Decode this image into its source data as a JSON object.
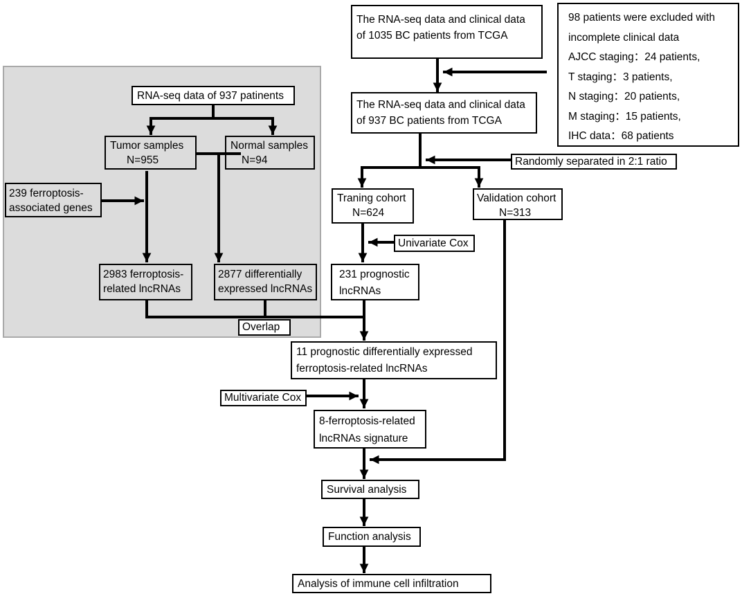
{
  "diagram": {
    "colors": {
      "shade": "#dcdcdc",
      "shade_border": "#a9a9a9",
      "line": "#000000",
      "box_fill": "#ffffff"
    },
    "nodes": {
      "tcga_1035": [
        "The RNA-seq data and clinical data",
        "of 1035 BC patients from TCGA"
      ],
      "excluded": [
        "98 patients were excluded with",
        "incomplete clinical data",
        "AJCC staging：24 patients,",
        "T staging：3 patients,",
        "N staging：20 patients,",
        "M staging：15 patients,",
        "IHC data：68 patients"
      ],
      "tcga_937": [
        "The RNA-seq data and clinical data",
        "of 937 BC patients from TCGA"
      ],
      "randomly": "Randomly separated in 2:1 ratio",
      "rnaseq_937": "RNA-seq data of 937 patinents",
      "tumor": [
        "Tumor samples",
        "N=955"
      ],
      "normal": [
        "Normal samples",
        "N=94"
      ],
      "genes_239": [
        "239 ferroptosis-",
        "associated genes"
      ],
      "ferro_2983": [
        "2983 ferroptosis-",
        "related lncRNAs"
      ],
      "diff_2877": [
        "2877 differentially",
        "expressed lncRNAs"
      ],
      "overlap": "Overlap",
      "training": [
        "Traning cohort",
        "N=624"
      ],
      "validation": [
        "Validation cohort",
        "N=313"
      ],
      "univariate": "Univariate Cox",
      "prognostic_231": [
        "231 prognostic",
        "lncRNAs"
      ],
      "prognostic_11": [
        "11 prognostic differentially expressed",
        "ferroptosis-related lncRNAs"
      ],
      "multivariate": "Multivariate Cox",
      "signature_8": [
        "8-ferroptosis-related",
        "lncRNAs signature"
      ],
      "survival": "Survival analysis",
      "function": "Function analysis",
      "immune": "Analysis of immune cell infiltration"
    }
  }
}
